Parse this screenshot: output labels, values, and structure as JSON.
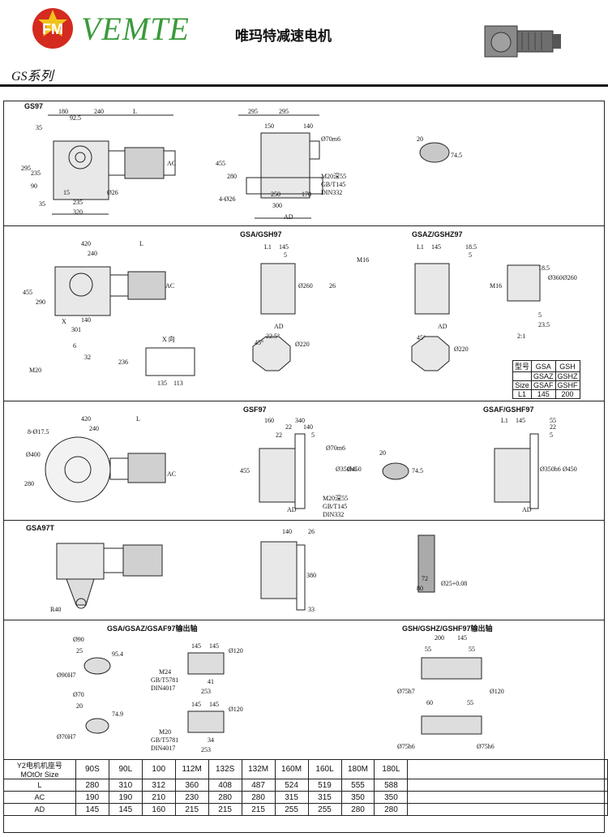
{
  "header": {
    "brand": "VEMTE",
    "brand_cn": "唯玛特减速电机",
    "logo_text": "FM"
  },
  "series_title": "GS系列",
  "sections": [
    {
      "label": "GS97",
      "dims": [
        "180",
        "92.5",
        "240",
        "L",
        "35",
        "295",
        "235",
        "90",
        "35",
        "15",
        "235",
        "320",
        "Ø26",
        "AC",
        "295",
        "295",
        "150",
        "140",
        "Ø70m6",
        "455",
        "280",
        "4-Ø26",
        "250",
        "170",
        "300",
        "AD",
        "M20深55",
        "GB/T145",
        "DIN332",
        "20",
        "74.5"
      ]
    },
    {
      "labels": [
        "GSA/GSH97",
        "GSAZ/GSHZ97"
      ],
      "dims": [
        "420",
        "240",
        "L",
        "455",
        "290",
        "AC",
        "301",
        "140",
        "X",
        "L1",
        "145",
        "5",
        "Ø260",
        "M16",
        "26",
        "L1",
        "145",
        "18.5",
        "5",
        "M16",
        "Ø360",
        "Ø260",
        "18.5",
        "5",
        "23.5",
        "2:1",
        "AD",
        "AD",
        "X 向",
        "236",
        "135",
        "113",
        "M20",
        "6",
        "32",
        "45°",
        "22.5°",
        "Ø220",
        "45°",
        "Ø220"
      ]
    },
    {
      "label": "GSF97",
      "label2": "GSAF/GSHF97",
      "dims": [
        "420",
        "L",
        "8-Ø17.5",
        "240",
        "Ø400",
        "280",
        "AC",
        "160",
        "340",
        "22",
        "140",
        "5",
        "22",
        "Ø70m6",
        "Ø350h6",
        "Ø450",
        "455",
        "AD",
        "M20深55",
        "GB/T145",
        "DIN332",
        "20",
        "74.5",
        "L1",
        "145",
        "55",
        "22",
        "5",
        "Ø350h6",
        "Ø450",
        "AD"
      ]
    },
    {
      "label": "GSA97T",
      "dims": [
        "R40",
        "140",
        "26",
        "380",
        "33",
        "72",
        "80",
        "Ø25+0.08"
      ]
    },
    {
      "labels": [
        "GSA/GSAZ/GSAF97输出轴",
        "GSH/GSHZ/GSHF97输出轴"
      ],
      "dims": [
        "Ø90",
        "25",
        "95.4",
        "Ø90H7",
        "Ø70",
        "20",
        "74.9",
        "Ø70H7",
        "145",
        "145",
        "Ø120",
        "M24",
        "GB/T5781",
        "DIN4017",
        "41",
        "253",
        "145",
        "145",
        "Ø120",
        "M20",
        "GB/T5781",
        "DIN4017",
        "34",
        "253",
        "200",
        "145",
        "55",
        "55",
        "Ø75h7",
        "Ø120",
        "60",
        "55",
        "Ø75h6",
        "Ø75h6"
      ]
    }
  ],
  "spec_table": {
    "rows": [
      [
        "型号",
        "GSA",
        "GSH"
      ],
      [
        "",
        "GSAZ",
        "GSHZ"
      ],
      [
        "Size",
        "GSAF",
        "GSHF"
      ],
      [
        "L1",
        "145",
        "200"
      ]
    ]
  },
  "motor_table": {
    "header": [
      "Y2电机机座号",
      "90S",
      "90L",
      "100",
      "112M",
      "132S",
      "132M",
      "160M",
      "160L",
      "180M",
      "180L"
    ],
    "header2": "MOtOr Size",
    "rows": [
      {
        "label": "L",
        "values": [
          "280",
          "310",
          "312",
          "360",
          "408",
          "487",
          "524",
          "519",
          "555",
          "588"
        ]
      },
      {
        "label": "AC",
        "values": [
          "190",
          "190",
          "210",
          "230",
          "280",
          "280",
          "315",
          "315",
          "350",
          "350"
        ]
      },
      {
        "label": "AD",
        "values": [
          "145",
          "145",
          "160",
          "215",
          "215",
          "215",
          "255",
          "255",
          "280",
          "280"
        ]
      }
    ]
  }
}
